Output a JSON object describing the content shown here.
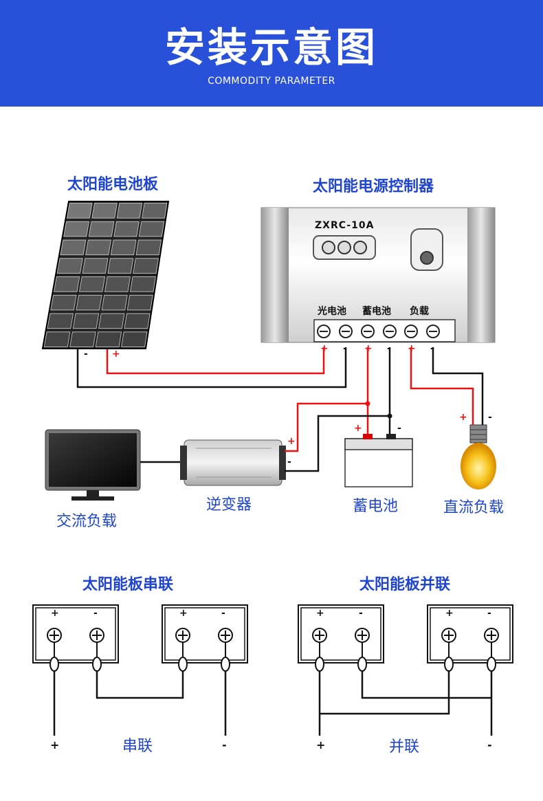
{
  "header": {
    "title": "安装示意图",
    "subtitle": "COMMODITY PARAMETER"
  },
  "colors": {
    "header_bg": "#2850d8",
    "label_blue": "#1f45d0",
    "wire_red": "#e11111",
    "wire_black": "#111111"
  },
  "wiring": {
    "solar_panel_label": "太阳能电池板",
    "controller_label": "太阳能电源控制器",
    "controller_model": "ZXRC-10A",
    "controller_terminals": [
      "光电池",
      "蓄电池",
      "负载"
    ],
    "ac_load_label": "交流负载",
    "inverter_label": "逆变器",
    "battery_label": "蓄电池",
    "dc_load_label": "直流负载",
    "plus": "+",
    "minus": "-"
  },
  "series": {
    "title": "太阳能板串联",
    "caption": "串联"
  },
  "parallel": {
    "title": "太阳能板并联",
    "caption": "并联"
  }
}
